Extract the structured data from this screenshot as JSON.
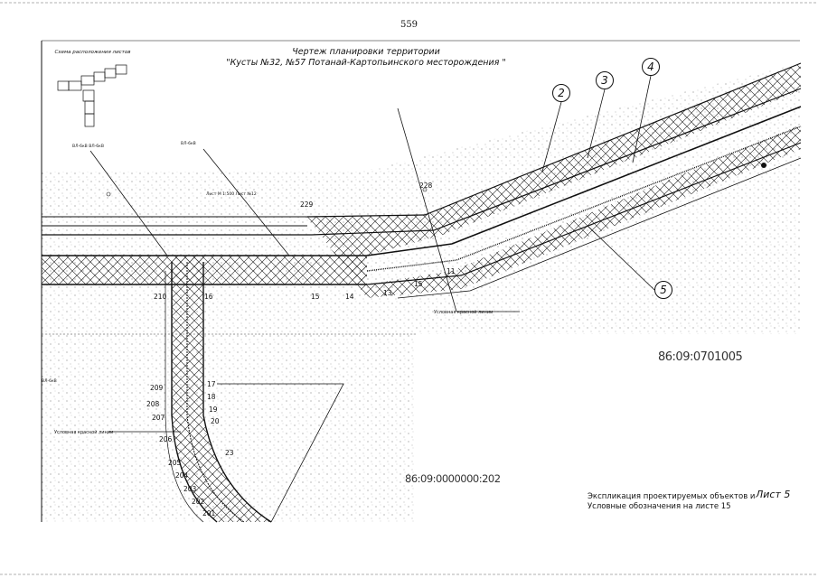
{
  "page": {
    "number": "559"
  },
  "title": {
    "line1": "Чертеж планировки территории",
    "line2": "\"Кусты №32, №57 Потанай-Картопьинского месторождения \""
  },
  "scheme": {
    "title": "Схема расположения листов"
  },
  "callouts": [
    "2",
    "3",
    "4",
    "5"
  ],
  "cadastral": {
    "parcel_a": "86:09:0701005",
    "parcel_b": "86:09:0000000:202"
  },
  "sheet": {
    "label": "Лист 5"
  },
  "explication": {
    "line1": "Экспликация проектируемых объектов и",
    "line2": "Условные обозначения на листе 15"
  },
  "labels": {
    "red_line_a": "Условная красной линии",
    "red_line_b": "Условная красной линии",
    "scale": "Лист М 1:500 Лист №12",
    "prefix_a": "ВЛ-6кВ ВЛ-6кВ",
    "prefix_b": "ВЛ-6кВ",
    "prefix_c": "ВЛ-6кВ"
  },
  "stakes": {
    "s228": "228",
    "s229": "229",
    "s210": "210",
    "s16": "16",
    "s15a": "15",
    "s14": "14",
    "s13": "13",
    "s15b": "15",
    "s11": "11",
    "s17": "17",
    "s18": "18",
    "s19": "19",
    "s20": "20",
    "s209": "209",
    "s208": "208",
    "s207": "207",
    "s206": "206",
    "s205": "205",
    "s204": "204",
    "s203": "203",
    "s202": "202",
    "s201": "201",
    "s23": "23"
  },
  "colors": {
    "ink": "#111111",
    "stipple": "#9a9a9a"
  }
}
